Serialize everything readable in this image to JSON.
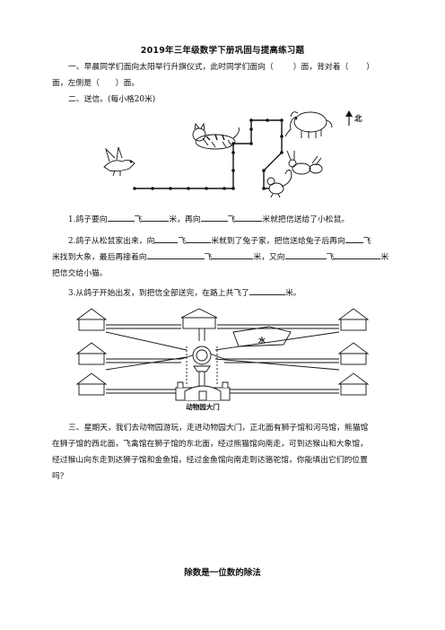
{
  "doc": {
    "title": "2019年三年级数学下册巩固与提高练习题",
    "q1": {
      "part_a": "一、早晨同学们面向太阳举行升旗仪式，此时同学们面向（",
      "part_b": "）面，背对着（",
      "part_c": "）",
      "part_d": "面，左侧是（",
      "part_e": "）面。"
    },
    "q2": {
      "heading": "二、送信。(每小格20米)",
      "north_label": "北",
      "s1": {
        "a": "1.鸽子要向",
        "b": "飞",
        "c": "米，再向",
        "d": "飞",
        "e": "米就把信送给了小松鼠。"
      },
      "s2": {
        "a": "2.鸽子从松鼠家出来，向",
        "b": "飞",
        "c": "米就到了兔子家，把信送给兔子后再向",
        "d": "飞",
        "e": "米找到大象，最后再接着向",
        "f": "飞",
        "g": "米，又向",
        "h": "飞",
        "i": "米",
        "j": "把信交给小猫。"
      },
      "s3": {
        "a": "3.从鸽子开始出发，到把信全部送完，在路上共飞了",
        "b": "米。"
      }
    },
    "zoo_map": {
      "water_label": "水",
      "gate_label": "动物园大门"
    },
    "q3": {
      "line1": "三、星期天，我们去动物园游玩，走进动物园大门，正北面有狮子馆和河马馆，熊猫馆",
      "line2": "在狮子馆的西北面，飞禽馆在狮子馆的东北面，经过熊猫馆向南走，可到达猴山和大象馆，",
      "line3": "经过猴山向东走到达狮子馆和金鱼馆，经过金鱼馆向南走到达骆驼馆，你能填出它们的位置",
      "line4": "吗？"
    },
    "footer_title": "除数是一位数的除法"
  }
}
